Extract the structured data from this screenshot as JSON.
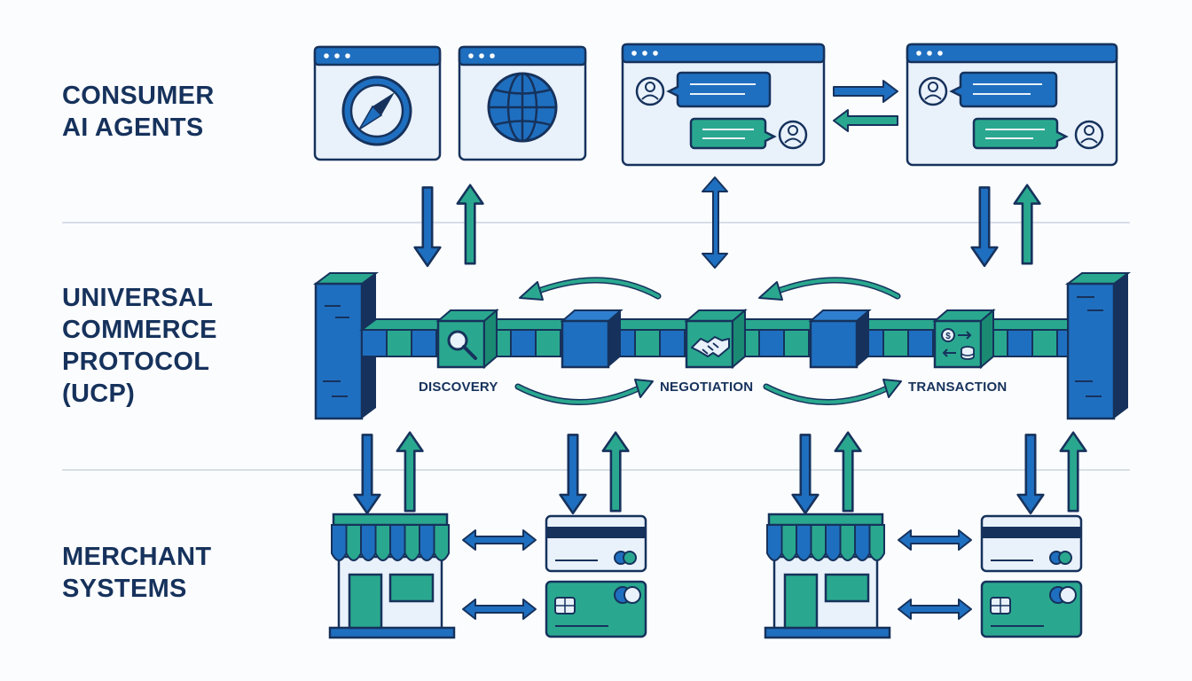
{
  "lanes": {
    "consumer": [
      "CONSUMER",
      "AI AGENTS"
    ],
    "protocol": [
      "UNIVERSAL",
      "COMMERCE",
      "PROTOCOL",
      "(UCP)"
    ],
    "merchant": [
      "MERCHANT",
      "SYSTEMS"
    ]
  },
  "stages": [
    {
      "label": "DISCOVERY",
      "icon": "magnifier-icon"
    },
    {
      "label": "NEGOTIATION",
      "icon": "handshake-icon"
    },
    {
      "label": "TRANSACTION",
      "icon": "currency-exchange-icon"
    }
  ],
  "agents": [
    {
      "name": "browser-agent-compass",
      "icon": "compass-icon"
    },
    {
      "name": "browser-agent-globe",
      "icon": "globe-icon"
    },
    {
      "name": "chat-agent-left",
      "icon": "chat-bubbles-icon"
    },
    {
      "name": "chat-agent-right",
      "icon": "chat-bubbles-icon"
    }
  ],
  "merchants": [
    {
      "name": "merchant-left",
      "icons": [
        "storefront-icon",
        "card-reader-icon",
        "payment-card-icon"
      ]
    },
    {
      "name": "merchant-right",
      "icons": [
        "storefront-icon",
        "card-reader-icon",
        "payment-card-icon"
      ]
    }
  ],
  "colors": {
    "navy": "#16325c",
    "blue": "#1f6fc0",
    "teal": "#2aa88f",
    "light_fill": "#e9f1fb",
    "divider": "#c9d3df"
  }
}
